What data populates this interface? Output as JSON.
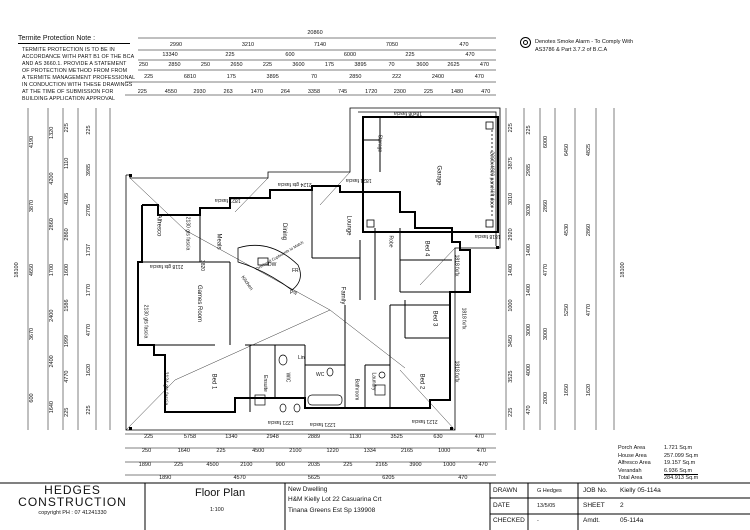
{
  "notes": {
    "termite_title": "Termite Protection Note :",
    "termite_lines": [
      "TERMITE PROTECTION IS TO BE IN",
      "ACCORDANCE WITH PART B1 OF THE BCA",
      "AND AS 3660.1. PROVIDE A STATEMENT",
      "OF PROTECTION METHOD FROM FROM",
      "A TERMITE MANAGEMENT PROFESSIONAL",
      "IN CONDUCTION WITH THESE DRAWINGS",
      "AT THE TIME OF SUBMISSION FOR",
      "BUILDING APPLICATION APPROVAL"
    ],
    "smoke_line1": "Denotes Smoke Alarm - To Comply With",
    "smoke_line2": "AS3786 & Part 3.7.2 of B.C.A"
  },
  "top_dims": {
    "overall": "20860",
    "row1": [
      "2990",
      "3210",
      "7140",
      "7050",
      "470"
    ],
    "row2": [
      "13340",
      "225",
      "600",
      "6000",
      "225",
      "470"
    ],
    "row3": [
      "250",
      "2850",
      "250",
      "2650",
      "225",
      "3600",
      "175",
      "3895",
      "70",
      "3600",
      "2625",
      "470"
    ],
    "row4": [
      "225",
      "6810",
      "175",
      "3895",
      "70",
      "2850",
      "222",
      "2400",
      "470"
    ],
    "row5": [
      "225",
      "4550",
      "2930",
      "263",
      "1470",
      "264",
      "3358",
      "745",
      "1720",
      "2300",
      "225",
      "1480",
      "470"
    ]
  },
  "bottom_dims": {
    "row1": [
      "225",
      "5758",
      "1340",
      "2948",
      "2889",
      "1130",
      "3525",
      "630",
      "470"
    ],
    "row2": [
      "250",
      "1640",
      "225",
      "4500",
      "2100",
      "1220",
      "1334",
      "2165",
      "1000",
      "470"
    ],
    "row3": [
      "1890",
      "225",
      "4500",
      "2100",
      "900",
      "2035",
      "225",
      "2165",
      "3900",
      "1000",
      "470"
    ],
    "row4": [
      "1890",
      "4570",
      "5625",
      "6205",
      "470"
    ]
  },
  "left_dims": {
    "overall": "18100",
    "col1": [
      "4190",
      "3870",
      "4650",
      "3670",
      "600"
    ],
    "col2": [
      "1320",
      "4200",
      "2860",
      "1700",
      "2400",
      "2400",
      "1640"
    ],
    "col3": [
      "225",
      "1110",
      "4195",
      "2860",
      "1600",
      "1586",
      "1999",
      "4770",
      "225"
    ],
    "col4": [
      "225",
      "3985",
      "2705",
      "1737",
      "1770",
      "4770",
      "1620",
      "225"
    ]
  },
  "right_dims": {
    "overall": "18100",
    "col1": [
      "225",
      "3875",
      "3010",
      "2920",
      "1400",
      "1000",
      "3450",
      "3525",
      "225"
    ],
    "col2": [
      "225",
      "2985",
      "3030",
      "1400",
      "1400",
      "3000",
      "4000",
      "470"
    ],
    "col3": [
      "6000",
      "2860",
      "4770",
      "3000",
      "2000"
    ],
    "col4": [
      "6450",
      "4530",
      "5250",
      "1650"
    ],
    "col5": [
      "4825",
      "2860",
      "4770",
      "1620"
    ]
  },
  "rooms": {
    "garage": "Garage",
    "storage": "Storage",
    "lounge": "Lounge",
    "dining": "Dining",
    "meals": "Meals",
    "alfresco": "Alfresco",
    "kitchen": "Kitchen",
    "games": "Games Room",
    "family": "Family",
    "bed1": "Bed 1",
    "bed2": "Bed 2",
    "bed3": "Bed 3",
    "bed4": "Bed 4",
    "ensuite": "Ensuite",
    "wic": "WIC",
    "bath": "Bathroom",
    "laundry": "Laundry",
    "wc": "WC",
    "robe": "Robe",
    "linen": "Lin",
    "pantry": "Pty"
  },
  "annotations": {
    "fascia1": "1821 fascia",
    "fascia2": "2124 gts fascia",
    "fascia3": "1821 fascia",
    "fascia4": "18x08 fascia",
    "fascia5": "2118 gts fascia",
    "fascia6": "2130 gts fascia",
    "fascia7": "2130 gts fascia",
    "fascia8": "2124 gts fascia",
    "fascia9": "1221 fascia",
    "fascia10": "2121 fascia",
    "fascia11": "1221 fascia",
    "fascia12": "1818 fascia",
    "fascia13": "2000x4800 panel lift door",
    "fascia14": "1818 fx/fx",
    "fascia15": "1818 fx/fx",
    "fascia16": "1818 fx/fx",
    "kitchen_bench": "Overhead Cupboards to Match",
    "spec": "3820",
    "ceiling": "Ceiling 2400mm Flush",
    "dw": "DW",
    "fr": "FR"
  },
  "areas": {
    "porch_label": "Porch Area",
    "porch_val": "1.721 Sq.m",
    "house_label": "House Area",
    "house_val": "257.099 Sq.m",
    "alfresco_label": "Alfresco Area",
    "alfresco_val": "19.157 Sq.m",
    "verandah_label": "Verandah",
    "verandah_val": "6.936 Sq.m",
    "total_label": "Total Area",
    "total_val": "284.913 Sq.m"
  },
  "title_block": {
    "company1": "HEDGES",
    "company2": "CONSTRUCTION",
    "copyright": "copyright PH : 07 41241330",
    "drawing_title": "Floor Plan",
    "scale": "1:100",
    "project1": "New Dwelling",
    "project2": "H&M Kielly Lot 22 Casuarina Crt",
    "project3": "Tinana Greens Est Sp 139908",
    "drawn_label": "DRAWN",
    "drawn_val": "G Hedges",
    "date_label": "DATE",
    "date_val": "13/5/05",
    "checked_label": "CHECKED",
    "checked_val": "-",
    "job_label": "JOB No.",
    "job_val": "Kielly 05-114a",
    "sheet_label": "SHEET",
    "sheet_val": "2",
    "amdt_label": "Amdt.",
    "amdt_val": "05-114a"
  }
}
